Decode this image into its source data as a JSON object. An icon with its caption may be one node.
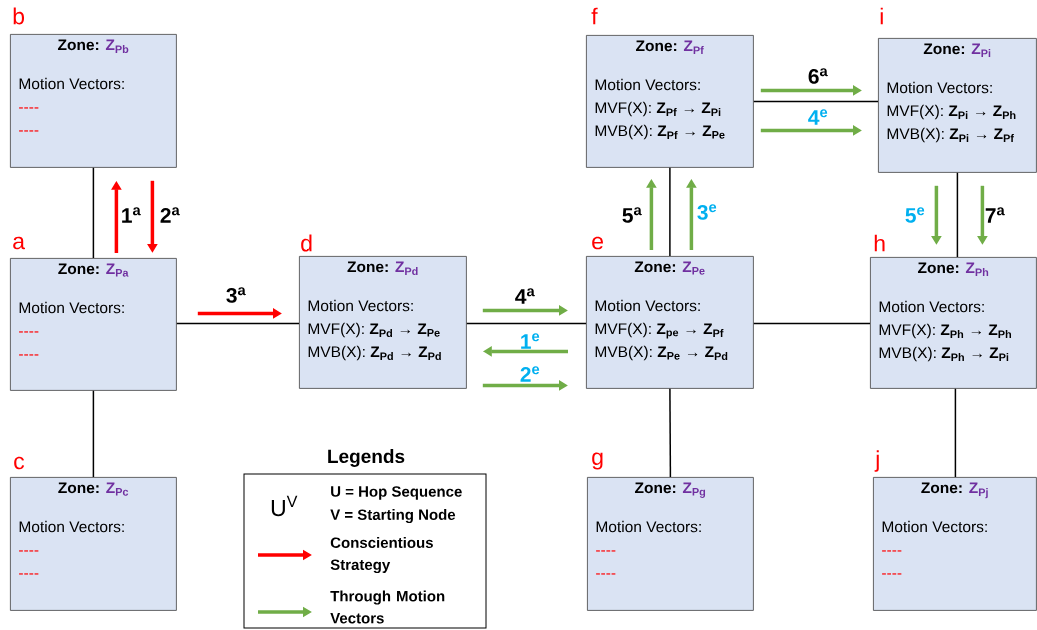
{
  "diagram": {
    "nodes": [
      {
        "text": [
          "Zone:",
          "Z$_{Pb}$",
          "Motion Vectors:",
          "----",
          "----"
        ],
        "beside": [
          "b"
        ]
      },
      {
        "text": [
          "Zone:",
          "Z$_{Pf}$",
          "Motion Vectors:",
          "MVF(X): **Z$_{Pf}$ → Z$_{Pi}$**",
          "MVB(X): **Z$_{Pf}$ → Z$_{Pe}$**"
        ],
        "beside": [
          "f"
        ]
      },
      {
        "text": [
          "Zone:",
          "Z$_{Pi}$",
          "Motion Vectors:",
          "MVF(X): **Z$_{Pi}$ → Z$_{Ph}$**",
          "MVB(X): **Z$_{Pi}$ → Z$_{Pf}$**"
        ],
        "beside": [
          "i"
        ]
      },
      {
        "text": [
          "Zone:",
          "Z$_{Pa}$",
          "Motion Vectors:",
          "----",
          "----"
        ],
        "beside": [
          "a"
        ]
      },
      {
        "text": [
          "Zone:",
          "Z$_{Pd}$",
          "Motion Vectors:",
          "MVF(X): **Z$_{Pd}$ → Z$_{Pe}$**",
          "MVB(X): **Z$_{Pd}$ → Z$_{Pd}$**"
        ],
        "beside": [
          "d"
        ]
      },
      {
        "text": [
          "Zone:",
          "Z$_{Pe}$",
          "Motion Vectors:",
          "MVF(X): **Z$_{pe}$ → Z$_{Pf}$**",
          "MVB(X): **Z$_{Pe}$ → Z$_{Pd}$**"
        ],
        "beside": [
          "e"
        ]
      },
      {
        "text": [
          "Zone:",
          "Z$_{Ph}$",
          "Motion Vectors:",
          "MVF(X): **Z$_{Ph}$ → Z$_{Ph}$**",
          "MVB(X): **Z$_{Ph}$ → Z$_{Pi}$**"
        ],
        "beside": [
          "h"
        ]
      },
      {
        "text": [
          "Zone:",
          "Z$_{Pc}$",
          "Motion Vectors:",
          "----",
          "----"
        ],
        "beside": [
          "c"
        ]
      },
      {
        "text": [
          "Zone:",
          "Z$_{Pg}$",
          "Motion Vectors:",
          "----",
          "----"
        ],
        "beside": [
          "g"
        ]
      },
      {
        "text": [
          "Zone:",
          "Z$_{Pj}$",
          "Motion Vectors:",
          "----",
          "----"
        ],
        "beside": [
          "j"
        ]
      }
    ],
    "edges": [
      {
        "from": 0,
        "to": 3,
        "arrow": "none"
      },
      {
        "from": 3,
        "to": 7,
        "arrow": "none"
      },
      {
        "from": 3,
        "to": 4,
        "arrow": "none"
      },
      {
        "from": 4,
        "to": 5,
        "arrow": "none"
      },
      {
        "from": 5,
        "to": 1,
        "arrow": "none"
      },
      {
        "from": 5,
        "to": 8,
        "arrow": "none"
      },
      {
        "from": 5,
        "to": 6,
        "arrow": "none"
      },
      {
        "from": 1,
        "to": 2,
        "arrow": "none"
      },
      {
        "from": 2,
        "to": 6,
        "arrow": "none"
      },
      {
        "from": 6,
        "to": 9,
        "arrow": "none"
      },
      {
        "from": 3,
        "to": 0,
        "arrow": "to",
        "label": "1$^{a}$",
        "color": "#ff0000"
      },
      {
        "from": 0,
        "to": 3,
        "arrow": "to",
        "label": "2$^{a}$",
        "color": "#ff0000"
      },
      {
        "from": 3,
        "to": 4,
        "arrow": "to",
        "label": "3$^{a}$",
        "color": "#ff0000"
      },
      {
        "from": 4,
        "to": 5,
        "arrow": "to",
        "label": "4$^{a}$",
        "color": "#70ad47"
      },
      {
        "from": 5,
        "to": 4,
        "arrow": "to",
        "label": "1$^{e}$",
        "color": "#70ad47"
      },
      {
        "from": 4,
        "to": 5,
        "arrow": "to",
        "label": "2$^{e}$",
        "color": "#70ad47"
      },
      {
        "from": 5,
        "to": 1,
        "arrow": "to",
        "label": "5$^{a}$",
        "color": "#70ad47"
      },
      {
        "from": 5,
        "to": 1,
        "arrow": "to",
        "label": "3$^{e}$",
        "color": "#70ad47"
      },
      {
        "from": 1,
        "to": 2,
        "arrow": "to",
        "label": "6$^{a}$",
        "color": "#70ad47"
      },
      {
        "from": 1,
        "to": 2,
        "arrow": "to",
        "label": "4$^{e}$",
        "color": "#70ad47"
      },
      {
        "from": 2,
        "to": 6,
        "arrow": "to",
        "label": "5$^{e}$",
        "color": "#70ad47"
      },
      {
        "from": 2,
        "to": 6,
        "arrow": "to",
        "label": "7$^{a}$",
        "color": "#70ad47"
      }
    ],
    "labels": [
      "Legends",
      "U$^{V}$",
      "U = Hop Sequence",
      "V = Starting Node"
    ],
    "legend": [
      {
        "text": "Conscientious Strategy"
      },
      {
        "text": "Through Motion Vectors"
      }
    ]
  }
}
